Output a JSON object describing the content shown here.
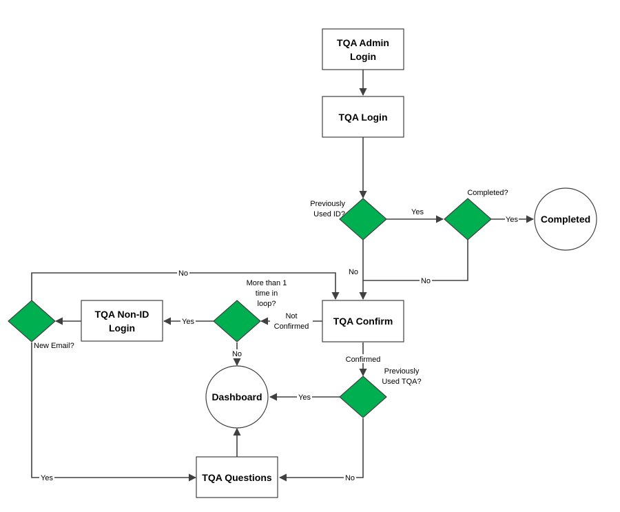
{
  "nodes": {
    "admin_login": [
      "TQA Admin",
      "Login"
    ],
    "tqa_login": [
      "TQA Login"
    ],
    "tqa_confirm": [
      "TQA Confirm"
    ],
    "non_id_login": [
      "TQA Non-ID",
      "Login"
    ],
    "tqa_questions": [
      "TQA Questions"
    ],
    "completed": [
      "Completed"
    ],
    "dashboard": [
      "Dashboard"
    ]
  },
  "decisions": {
    "previously_used_id": [
      "Previously",
      "Used ID?"
    ],
    "completed_q": [
      "Completed?"
    ],
    "more_than_once": [
      "More than 1",
      "time in",
      "loop?"
    ],
    "new_email": [
      "New Email?"
    ],
    "previously_used_tqa": [
      "Previously",
      "Used TQA?"
    ]
  },
  "edge_labels": {
    "yes_to_completed_q": "Yes",
    "yes_to_completed": "Yes",
    "no_from_used_id": "No",
    "no_from_completed_q": "No",
    "no_top_loop": "No",
    "not_confirmed": [
      "Not",
      "Confirmed"
    ],
    "yes_to_non_id": "Yes",
    "no_to_dashboard": "No",
    "confirmed": "Confirmed",
    "yes_to_dashboard": "Yes",
    "yes_to_questions": "Yes",
    "no_to_questions": "No"
  },
  "colors": {
    "decision_fill": "#00b050",
    "stroke": "#404040"
  }
}
